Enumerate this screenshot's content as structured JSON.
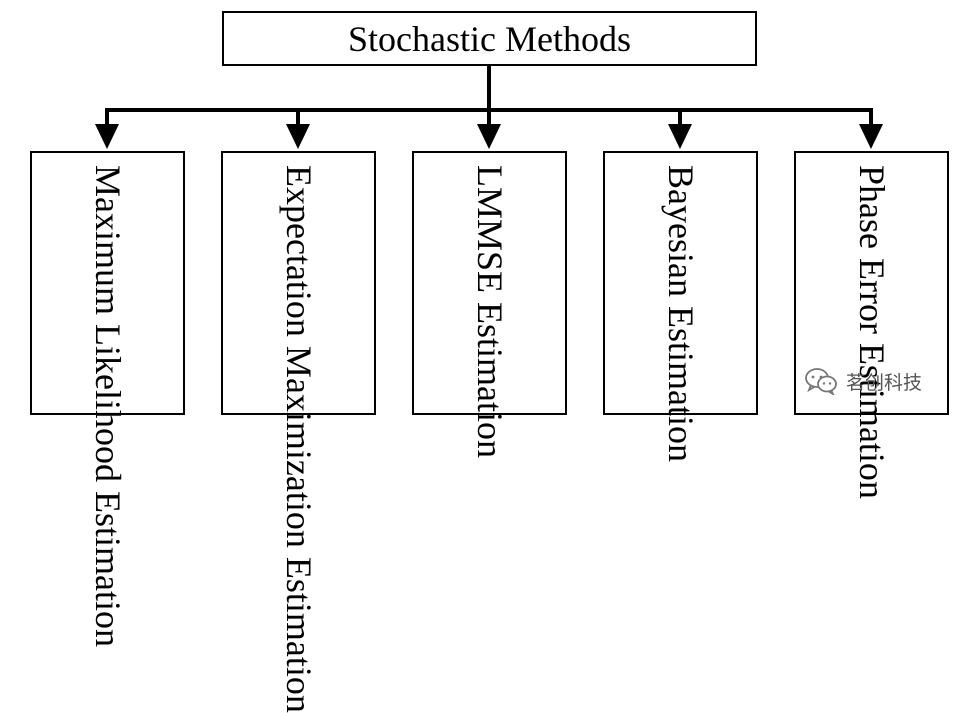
{
  "diagram": {
    "root": {
      "label": "Stochastic Methods"
    },
    "children": [
      {
        "label": "Maximum Likelihood Estimation"
      },
      {
        "label": "Expectation Maximization Estimation"
      },
      {
        "label": "LMMSE Estimation"
      },
      {
        "label": "Bayesian Estimation"
      },
      {
        "label": "Phase Error Estimation"
      }
    ]
  },
  "watermark": {
    "text": "茗创科技",
    "icon": "wechat-icon"
  },
  "colors": {
    "line": "#000000",
    "box_border": "#000000",
    "background": "#ffffff",
    "watermark": "#555555"
  }
}
